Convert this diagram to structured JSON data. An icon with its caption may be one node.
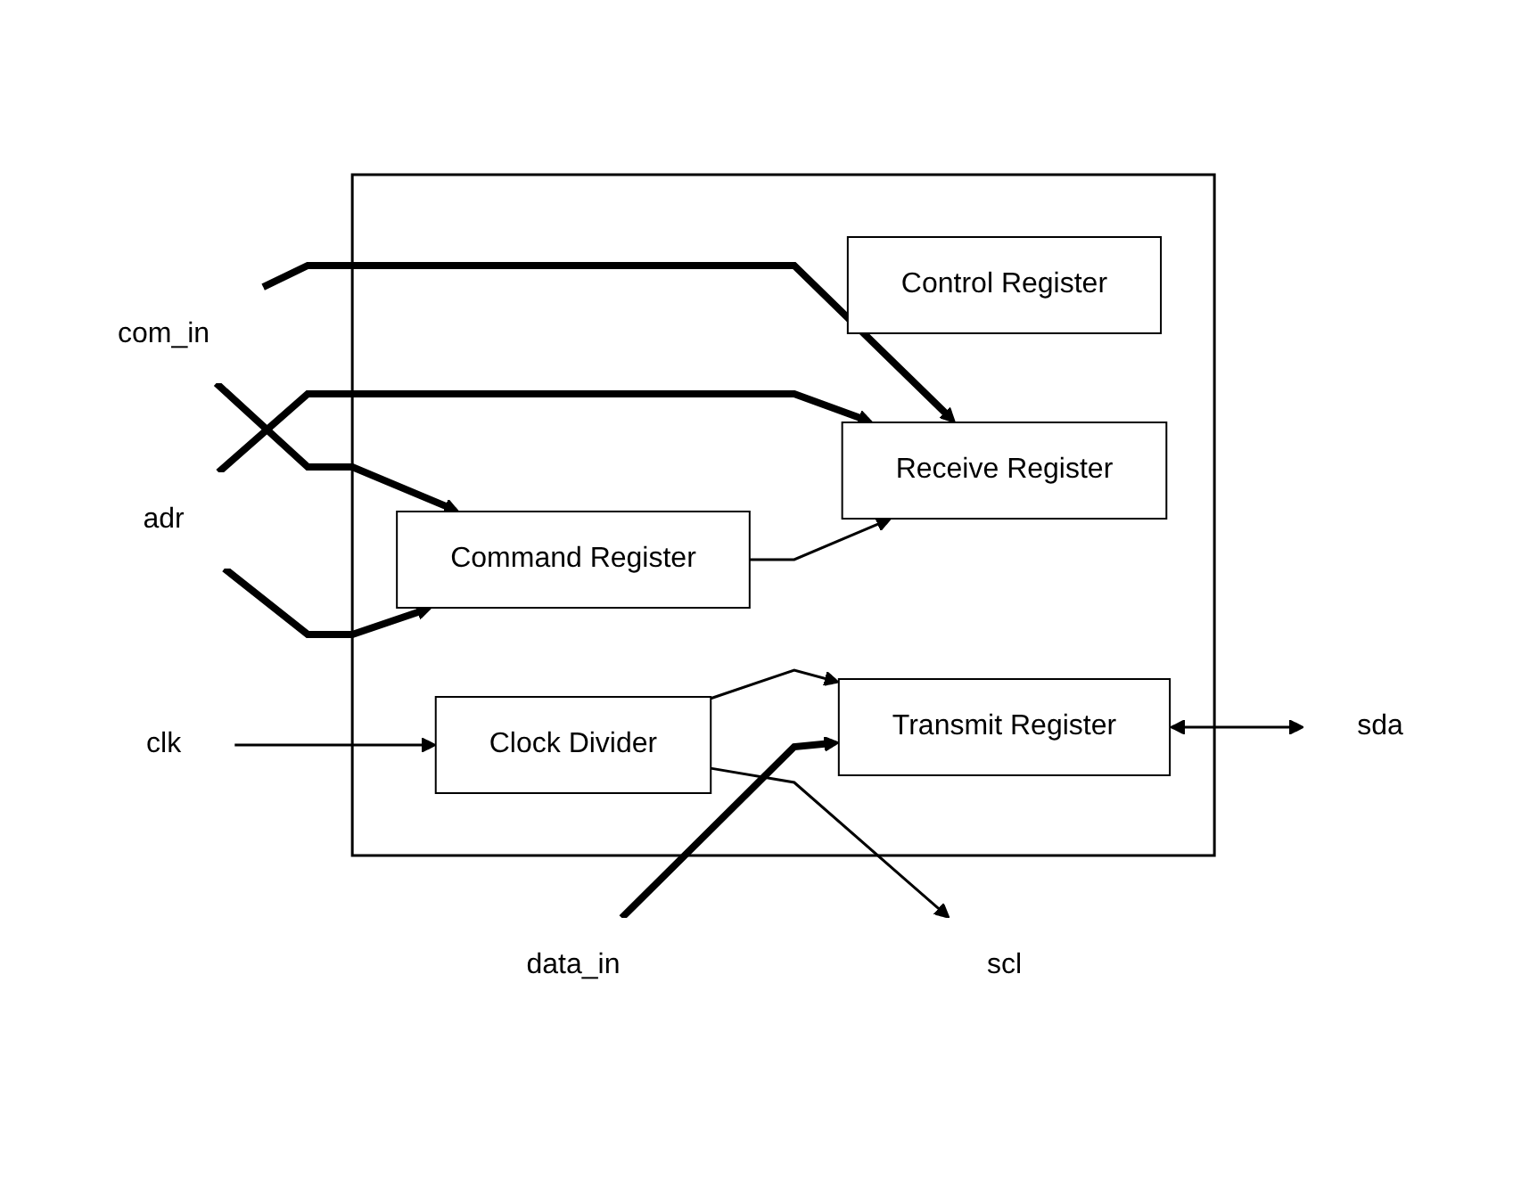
{
  "diagram": {
    "nodes": [
      {
        "text": [],
        "shape": "box"
      },
      {
        "text": [
          "clk"
        ]
      },
      {
        "text": [
          "Clock Divider"
        ],
        "in": 0
      },
      {
        "text": [
          "scl"
        ]
      },
      {
        "text": [
          "data_in"
        ]
      },
      {
        "text": [
          "Transmit Register"
        ],
        "in": 0
      },
      {
        "text": [
          "Receive Register"
        ],
        "in": 0
      },
      {
        "text": [
          "sda"
        ]
      },
      {
        "text": [
          "com_in"
        ]
      },
      {
        "text": [
          "adr"
        ]
      },
      {
        "text": [
          "Command Register"
        ],
        "in": 0
      },
      {
        "text": [
          "Control Register"
        ],
        "in": 0
      }
    ],
    "edges": [
      {
        "from": 1,
        "to": 2,
        "arrow": "to"
      },
      {
        "from": 2,
        "to": 3,
        "arrow": "to"
      },
      {
        "from": 2,
        "to": 5,
        "arrow": "to"
      },
      {
        "from": 4,
        "to": 5,
        "arrow": "to",
        "style": "thick"
      },
      {
        "from": 5,
        "to": 7,
        "arrow": "both"
      },
      {
        "from": 8,
        "to": 6,
        "arrow": "to",
        "style": "thick"
      },
      {
        "from": 8,
        "to": 10,
        "arrow": "to",
        "style": "thick"
      },
      {
        "from": 9,
        "to": 6,
        "arrow": "to",
        "style": "thick"
      },
      {
        "from": 9,
        "to": 10,
        "arrow": "to",
        "style": "thick"
      },
      {
        "from": 10,
        "to": 6,
        "arrow": "to"
      }
    ]
  }
}
